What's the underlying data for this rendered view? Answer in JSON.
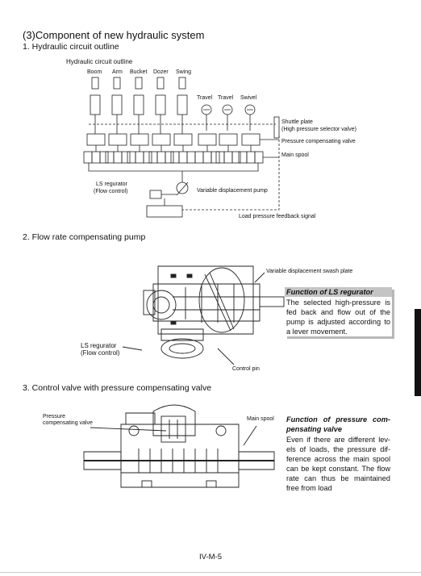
{
  "heading": "(3)Component of new hydraulic system",
  "sections": [
    {
      "title": "1.  Hydraulic circuit outline"
    },
    {
      "title": "2.  Flow rate compensating pump"
    },
    {
      "title": "3.  Control valve with pressure compensating valve"
    }
  ],
  "circuit": {
    "title": "Hydraulic circuit outline",
    "actuators": [
      "Boom",
      "Arm",
      "Bucket",
      "Dozer",
      "Swing"
    ],
    "motors": [
      "Travel",
      "Travel",
      "Swivel"
    ],
    "shuttle_plate": "Shuttle plate",
    "shuttle_plate_desc": "(High pressure selector valve)",
    "pressure_comp_valve": "Pressure compensating valve",
    "main_spool": "Main spool",
    "ls_regulator": "LS regurator",
    "flow_control": "(Flow control)",
    "variable_pump": "Variable displacement pump",
    "feedback": "Load pressure feedback signal"
  },
  "pump": {
    "swash_plate": "Variable displacement swash plate",
    "ls_regulator": "LS regurator",
    "flow_control": "(Flow control)",
    "control_pin": "Control pin",
    "note_title": "Function of LS regurator",
    "note_body": "The selected high-pressure is fed back and flow out of the pump is adjusted according to a lever movement."
  },
  "valve": {
    "pressure_label_1": "Pressure",
    "pressure_label_2": "compensating valve",
    "main_spool": "Main spool",
    "note_title": "Function of pressure com-pensating valve",
    "note_body": "Even if there are different lev-els of loads, the pressure dif-ference across the main spool can be kept constant. The flow rate can thus be maintained free from load"
  },
  "footer": "IV-M-5"
}
